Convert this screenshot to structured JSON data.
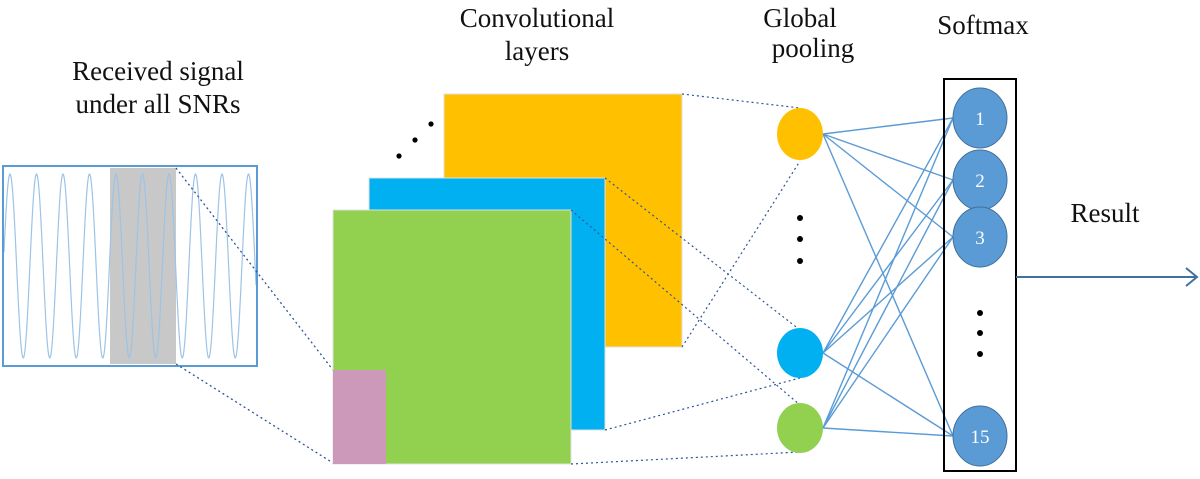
{
  "labels": {
    "input_line1": "Received signal",
    "input_line2": "under all SNRs",
    "conv_line1": "Convolutional",
    "conv_line2": "layers",
    "pool_line1": "Global",
    "pool_line2": "pooling",
    "softmax": "Softmax",
    "result": "Result"
  },
  "softmax_nodes": [
    "1",
    "2",
    "3",
    "15"
  ],
  "colors": {
    "layer_orange": "#FFC000",
    "layer_blue": "#00B0F0",
    "layer_green": "#92D050",
    "kernel_pink": "#CC99BB",
    "node_blue": "#5B9BD5",
    "connection": "#5B9BD5",
    "highlight_gray": "#C8C8C8"
  }
}
